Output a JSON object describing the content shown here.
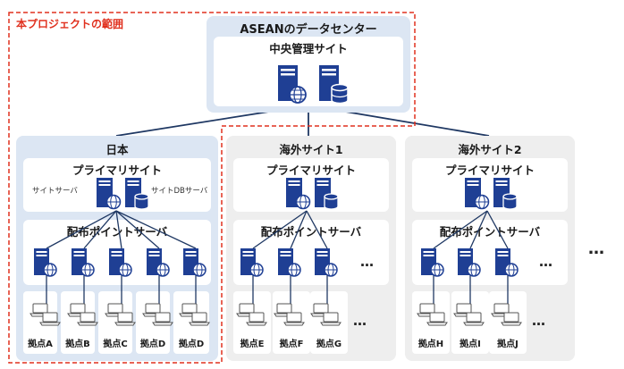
{
  "scope_label": "本プロジェクトの範囲",
  "asean": {
    "title": "ASEANのデータセンター",
    "central_title": "中央管理サイト"
  },
  "regions": [
    {
      "title": "日本",
      "primary_title": "プライマリサイト",
      "site_server_label": "サイトサーバ",
      "site_db_label": "サイトDBサーバ",
      "dist_title": "配布ポイントサーバ",
      "locations": [
        "拠点A",
        "拠点B",
        "拠点C",
        "拠点D",
        "拠点D"
      ]
    },
    {
      "title": "海外サイト1",
      "primary_title": "プライマリサイト",
      "dist_title": "配布ポイントサーバ",
      "locations": [
        "拠点E",
        "拠点F",
        "拠点G"
      ]
    },
    {
      "title": "海外サイト2",
      "primary_title": "プライマリサイト",
      "dist_title": "配布ポイントサーバ",
      "locations": [
        "拠点H",
        "拠点I",
        "拠点J"
      ]
    }
  ],
  "ellipsis": "…",
  "outer_ellipsis": "…",
  "colors": {
    "scope": "#e0301e",
    "region_japan": "#dce6f3",
    "region_overseas": "#eeeeee",
    "server": "#1f3f94",
    "line": "#1f3863"
  }
}
